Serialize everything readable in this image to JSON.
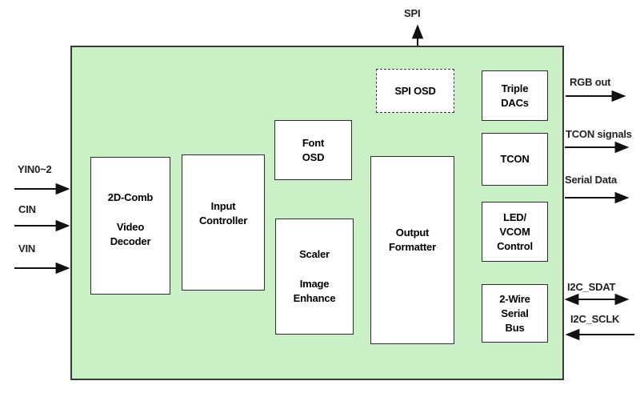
{
  "blocks": {
    "video_decoder": {
      "line1": "2D-Comb",
      "line2": "Video",
      "line3": "Decoder"
    },
    "input_controller": {
      "line1": "Input",
      "line2": "Controller"
    },
    "font_osd": {
      "line1": "Font",
      "line2": "OSD"
    },
    "scaler": {
      "line1": "Scaler",
      "line2": "Image",
      "line3": "Enhance"
    },
    "spi_osd": {
      "line1": "SPI OSD"
    },
    "output_formatter": {
      "line1": "Output",
      "line2": "Formatter"
    },
    "triple_dacs": {
      "line1": "Triple",
      "line2": "DACs"
    },
    "tcon": {
      "line1": "TCON"
    },
    "led_vcom": {
      "line1": "LED/",
      "line2": "VCOM",
      "line3": "Control"
    },
    "two_wire": {
      "line1": "2-Wire",
      "line2": "Serial",
      "line3": "Bus"
    }
  },
  "ports": {
    "top": [
      {
        "label": "SPI",
        "direction": "out"
      }
    ],
    "left": [
      {
        "label": "YIN0~2",
        "direction": "in"
      },
      {
        "label": "CIN",
        "direction": "in"
      },
      {
        "label": "VIN",
        "direction": "in"
      }
    ],
    "right": [
      {
        "label": "RGB out",
        "direction": "out"
      },
      {
        "label": "TCON signals",
        "direction": "out"
      },
      {
        "label": "Serial Data",
        "direction": "out"
      },
      {
        "label": "I2C_SDAT",
        "direction": "bidirectional"
      },
      {
        "label": "I2C_SCLK",
        "direction": "in"
      }
    ]
  },
  "colors": {
    "chip_fill": "#c9f1c5",
    "chip_border": "#3a3a3a",
    "block_fill": "#ffffff",
    "block_border": "#2e2e2e",
    "arrow": "#111111",
    "label_text": "#222222"
  }
}
